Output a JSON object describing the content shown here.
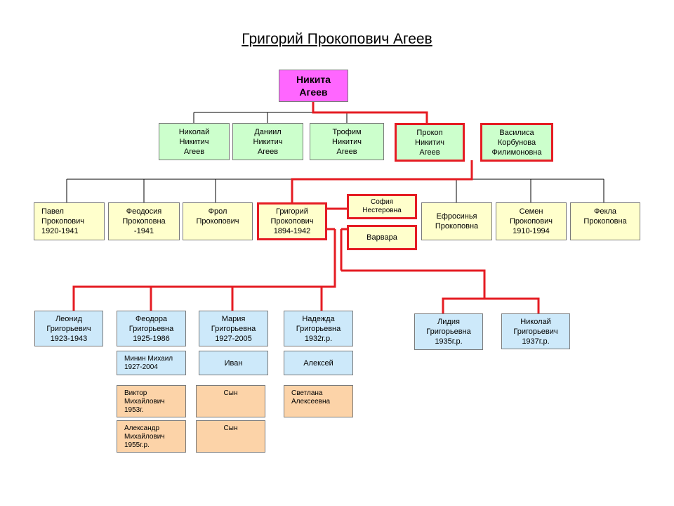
{
  "title": "Григорий Прокопович Агеев",
  "nodes": {
    "nikita": "Никита\nАгеев",
    "nikolai_n": "Николай\nНикитич\nАгеев",
    "daniil": "Даниил\nНикитич\nАгеев",
    "trofim": "Трофим\nНикитич\nАгеев",
    "prokop": "Прокоп\nНикитич\nАгеев",
    "vasilisa": "Василиса\nКорбунова\nФилимоновна",
    "pavel": "Павел\nПрокопович\n1920-1941",
    "feodosia": "Феодосия\nПрокоповна\n-1941",
    "frol": "Фрол\nПрокопович",
    "grigory": "Григорий\nПрокопович\n1894-1942",
    "sofia": "София\nНестеровна",
    "varvara": "Варвара",
    "efrosinya": "Ефросинья\nПрокоповна",
    "semen": "Семен\nПрокопович\n1910-1994",
    "fekla": "Фекла\nПрокоповна",
    "leonid": "Леонид\nГригорьевич\n1923-1943",
    "feodora": "Феодора\nГригорьевна\n1925-1986",
    "maria": "Мария\nГригорьевна\n1927-2005",
    "nadezhda": "Надежда\nГригорьевна\n1932г.р.",
    "lidia": "Лидия\nГригорьевна\n1935г.р.",
    "nikolai_g": "Николай\nГригорьевич\n1937г.р.",
    "minin": "Минин Михаил\n1927-2004",
    "ivan": "Иван",
    "aleksei": "Алексей",
    "viktor": "Виктор\nМихайлович\n1953г.",
    "aleksandr": "Александр\nМихайлович\n1955г.р.",
    "son1": "Сын",
    "son2": "Сын",
    "svetlana": "Светлана\nАлексеевна"
  },
  "colors": {
    "line": "#000000",
    "highlight_line": "#e51c23",
    "root": "#ff66ff",
    "generation_2": "#ccffcc",
    "generation_3": "#ffffcc",
    "generation_4": "#cde9fa",
    "generation_5": "#fcd3a8"
  }
}
